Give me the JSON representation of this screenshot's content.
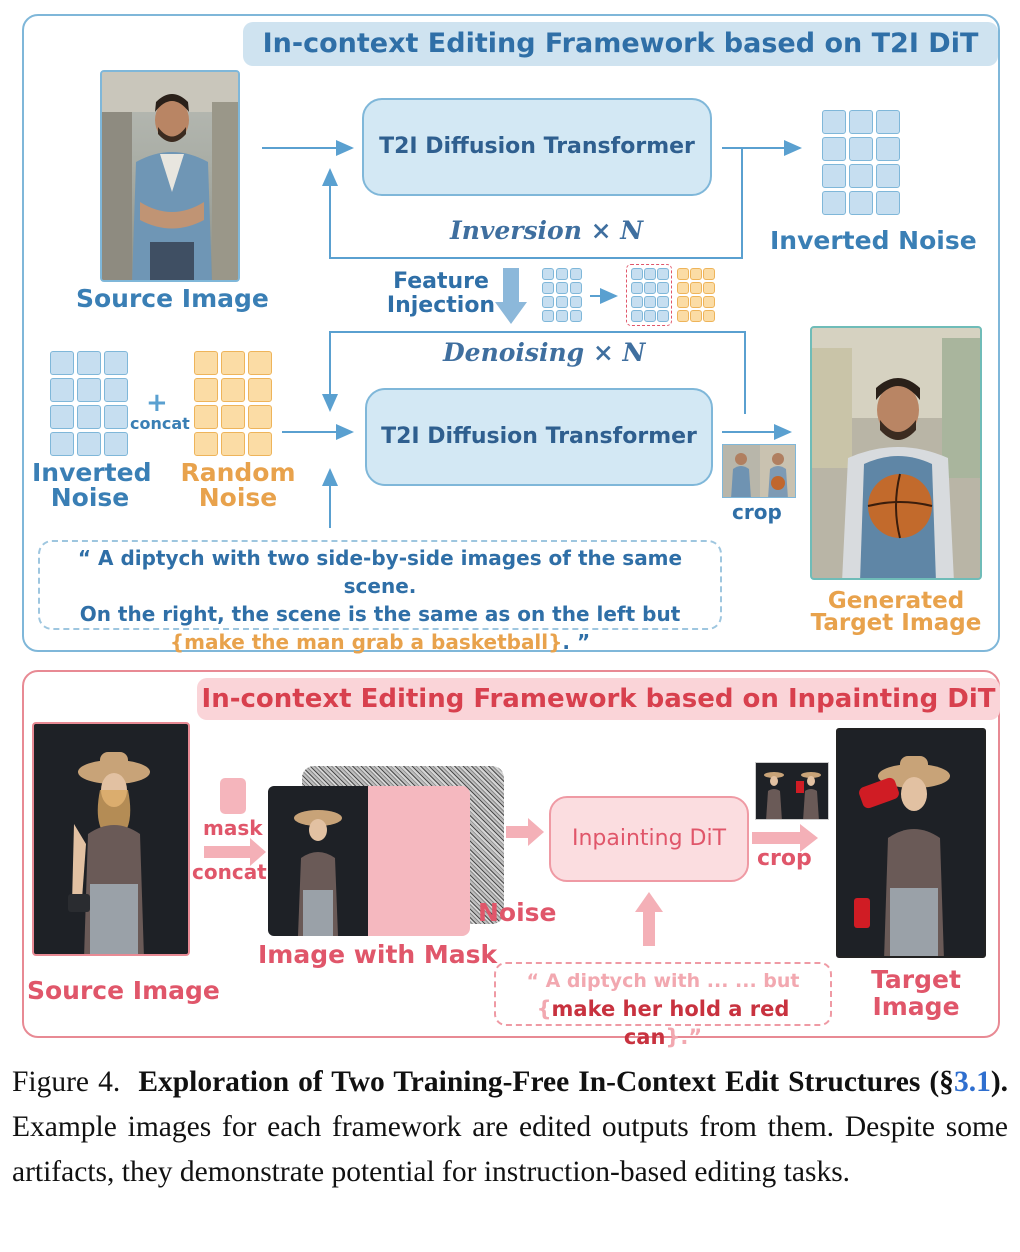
{
  "top_panel": {
    "title": "In-context Editing Framework based on T2I DiT",
    "dit_label_1": "T2I Diffusion Transformer",
    "dit_label_2": "T2I Diffusion Transformer",
    "inversion_label": "Inversion × N",
    "denoising_label": "Denoising × N",
    "feature_injection": [
      "Feature",
      "Injection"
    ],
    "source_image_label": "Source Image",
    "inverted_noise_label": "Inverted Noise",
    "inverted_noise_left": [
      "Inverted",
      "Noise"
    ],
    "random_noise": [
      "Random",
      "Noise"
    ],
    "concat_label": "concat",
    "crop_label": "crop",
    "prompt_line_1": "“ A diptych with two side-by-side images of the same scene.",
    "prompt_line_2": "On the right, the scene is the same as on the left  but",
    "prompt_instruction": "{make the man grab a basketball}",
    "prompt_end": ". ”",
    "generated_label": [
      "Generated",
      "Target Image"
    ],
    "colors": {
      "accent": "#7fb7d9",
      "text": "#3a7fb5",
      "orange": "#e8a24c"
    }
  },
  "bottom_panel": {
    "title": "In-context Editing Framework based on Inpainting DiT",
    "mask_label": "mask",
    "concat_label": "concat",
    "noise_label": "Noise",
    "image_with_mask_label": "Image with Mask",
    "inpainting_dit_label": "Inpainting DiT",
    "crop_label": "crop",
    "source_image_label": "Source Image",
    "target_image_label": [
      "Target",
      "Image"
    ],
    "prompt_line_1": "“ A diptych with ... ... but",
    "prompt_instruction_pre": "{",
    "prompt_instruction": "make her hold a red can",
    "prompt_instruction_post": "}",
    "prompt_end": ".”",
    "colors": {
      "accent": "#e88a94",
      "text": "#e0566a"
    }
  },
  "caption": {
    "figure_label": "Figure 4.",
    "title_bold": "Exploration of Two Training-Free In-Context Edit Structures (§",
    "section_ref": "3.1",
    "title_bold_end": ").",
    "body": "Example images for each framework are edited outputs from them. Despite some artifacts, they demonstrate potential for instruction-based editing tasks."
  }
}
